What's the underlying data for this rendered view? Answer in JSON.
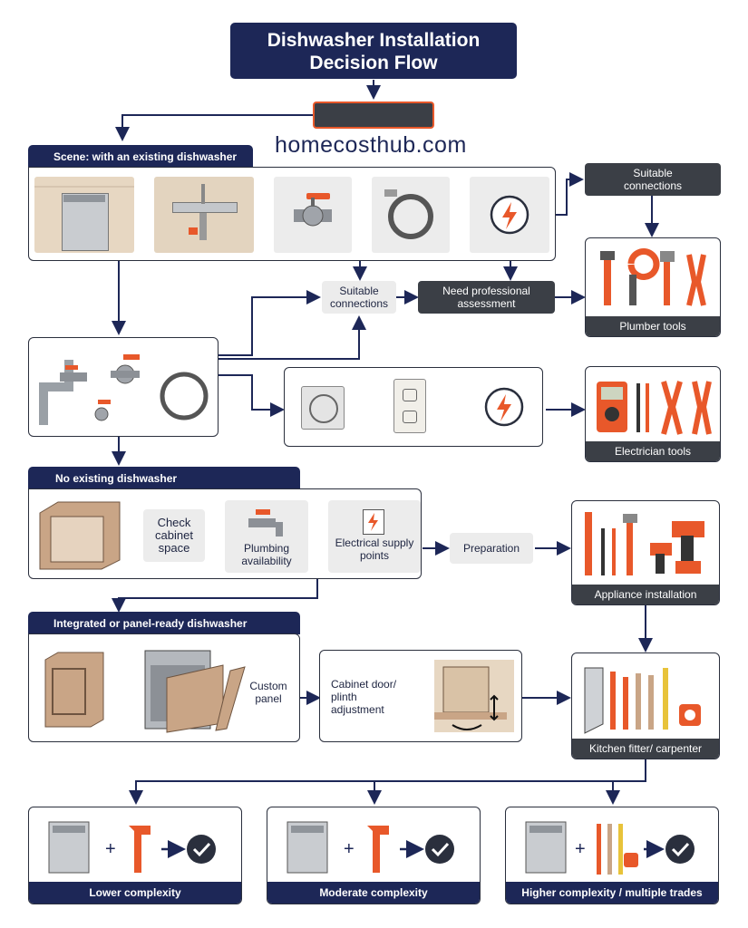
{
  "title_line1": "Dishwasher Installation",
  "title_line2": "Decision Flow",
  "watermark": "homecosthub.com",
  "scene_existing": {
    "header": "Scene: with an existing dishwasher"
  },
  "suitable_connections_top": "Suitable connections",
  "suitable_connections_mid": "Suitable connections",
  "need_professional": "Need professional assessment",
  "plumber_tools": "Plumber tools",
  "electrician_tools": "Electrician tools",
  "no_existing": {
    "header": "No existing dishwasher",
    "check_cabinet": "Check cabinet space",
    "plumbing": "Plumbing availability",
    "electrical": "Electrical supply points",
    "preparation": "Preparation"
  },
  "appliance_installation": "Appliance installation",
  "integrated": {
    "header": "Integrated or panel-ready dishwasher",
    "custom_panel": "Custom panel",
    "cabinet_adjust": "Cabinet door/ plinth adjustment"
  },
  "kitchen_fitter": "Kitchen fitter/ carpenter",
  "outcomes": [
    {
      "label": "Lower complexity"
    },
    {
      "label": "Moderate complexity"
    },
    {
      "label": "Higher complexity / multiple trades"
    }
  ],
  "colors": {
    "navy": "#1d2757",
    "orange": "#e8582a",
    "dark": "#3b3f46"
  }
}
